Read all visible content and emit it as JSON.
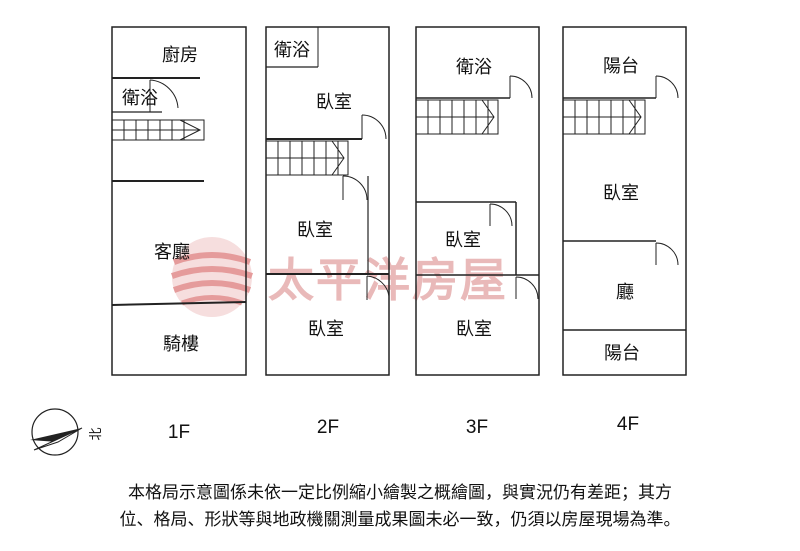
{
  "floors": [
    {
      "label": "1F",
      "rooms": [
        "廚房",
        "衛浴",
        "客廳",
        "騎樓"
      ]
    },
    {
      "label": "2F",
      "rooms": [
        "衛浴",
        "臥室",
        "臥室",
        "臥室"
      ]
    },
    {
      "label": "3F",
      "rooms": [
        "衛浴",
        "臥室",
        "臥室"
      ]
    },
    {
      "label": "4F",
      "rooms": [
        "陽台",
        "臥室",
        "廳",
        "陽台"
      ]
    }
  ],
  "watermark": "太平洋房屋",
  "compass_label": "北",
  "disclaimer": {
    "line1": "本格局示意圖係未依一定比例縮小繪製之概繪圖，與實況仍有差距；其方",
    "line2": "位、格局、形狀等與地政機關測量成果圖未必一致，仍須以房屋現場為準。"
  }
}
